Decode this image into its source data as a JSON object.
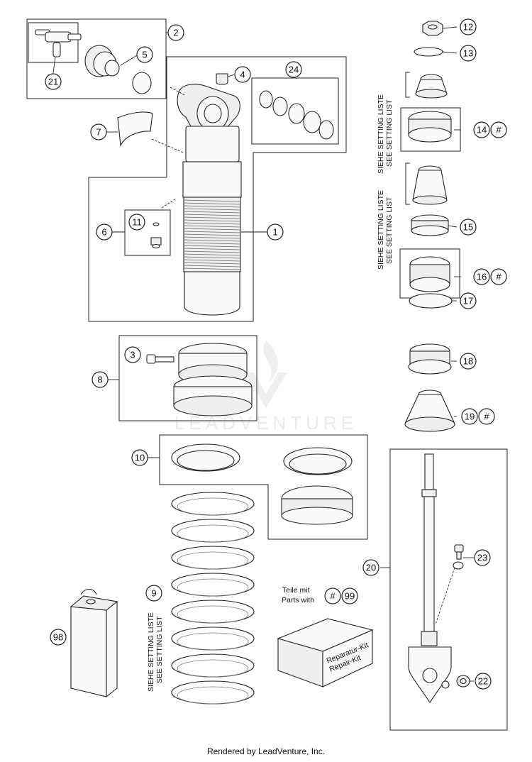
{
  "callouts": {
    "c1": "1",
    "c2": "2",
    "c3": "3",
    "c4": "4",
    "c5": "5",
    "c6": "6",
    "c7": "7",
    "c8": "8",
    "c9": "9",
    "c10": "10",
    "c11": "11",
    "c12": "12",
    "c13": "13",
    "c14": "14",
    "c15": "15",
    "c16": "16",
    "c17": "17",
    "c18": "18",
    "c19": "19",
    "c20": "20",
    "c21": "21",
    "c22": "22",
    "c23": "23",
    "c24": "24",
    "c98": "98",
    "c99": "99",
    "hash": "#"
  },
  "setting_list": {
    "de": "SIEHE SETTING LISTE",
    "en": "SEE SETTING LIST"
  },
  "kit_note": {
    "line1": "Teile mit",
    "line2": "Parts with"
  },
  "kit_box": {
    "line1": "Reparatur-Kit",
    "line2": "Repair-Kit"
  },
  "watermark": "LEADVENTURE",
  "footer": "Rendered by LeadVenture, Inc."
}
